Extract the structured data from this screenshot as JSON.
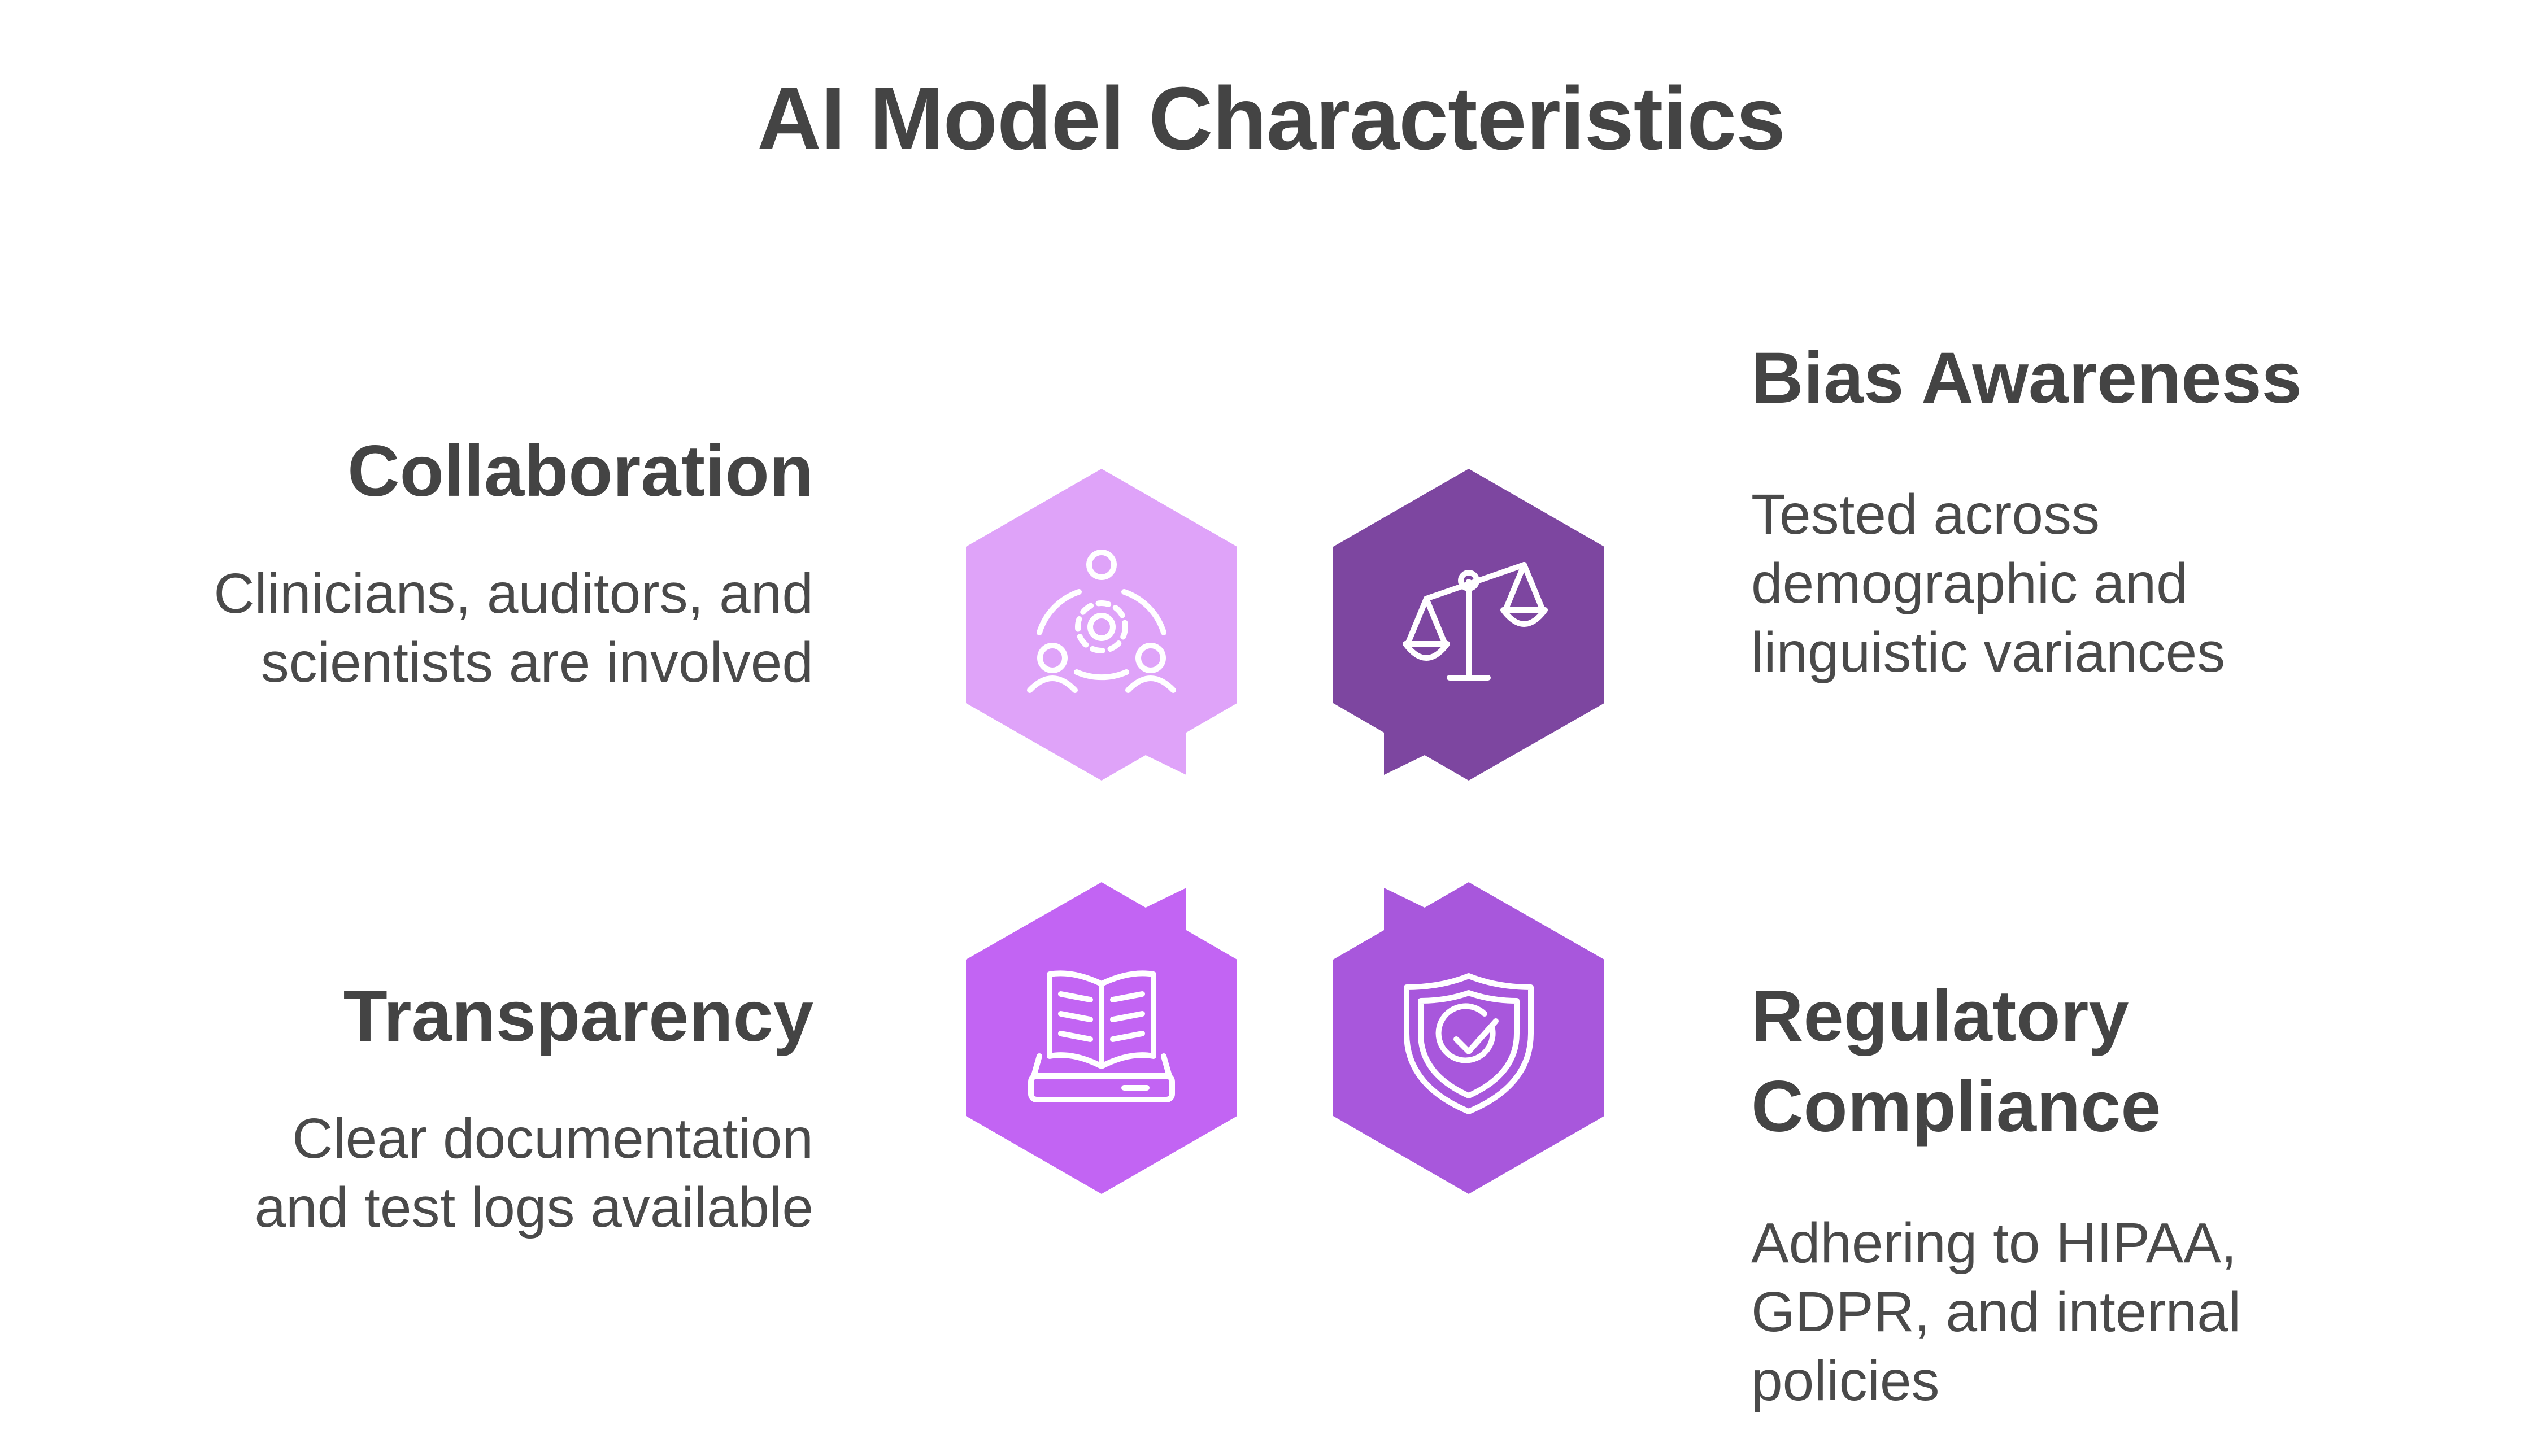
{
  "title": "AI Model Characteristics",
  "items": [
    {
      "heading": "Collaboration",
      "description_lines": [
        "Clinicians, auditors, and",
        "scientists are involved"
      ],
      "icon": "team-collaboration-icon",
      "color": "#dfa3f9"
    },
    {
      "heading": "Bias Awareness",
      "description_lines": [
        "Tested across",
        "demographic and",
        "linguistic variances"
      ],
      "icon": "balance-scale-icon",
      "color": "#7d46a0"
    },
    {
      "heading": "Transparency",
      "description_lines": [
        "Clear documentation",
        "and test logs available"
      ],
      "icon": "open-book-icon",
      "color": "#c264f3"
    },
    {
      "heading_lines": [
        "Regulatory",
        "Compliance"
      ],
      "description_lines": [
        "Adhering to HIPAA,",
        "GDPR, and internal",
        "policies"
      ],
      "icon": "shield-check-icon",
      "color": "#a857dc"
    }
  ]
}
